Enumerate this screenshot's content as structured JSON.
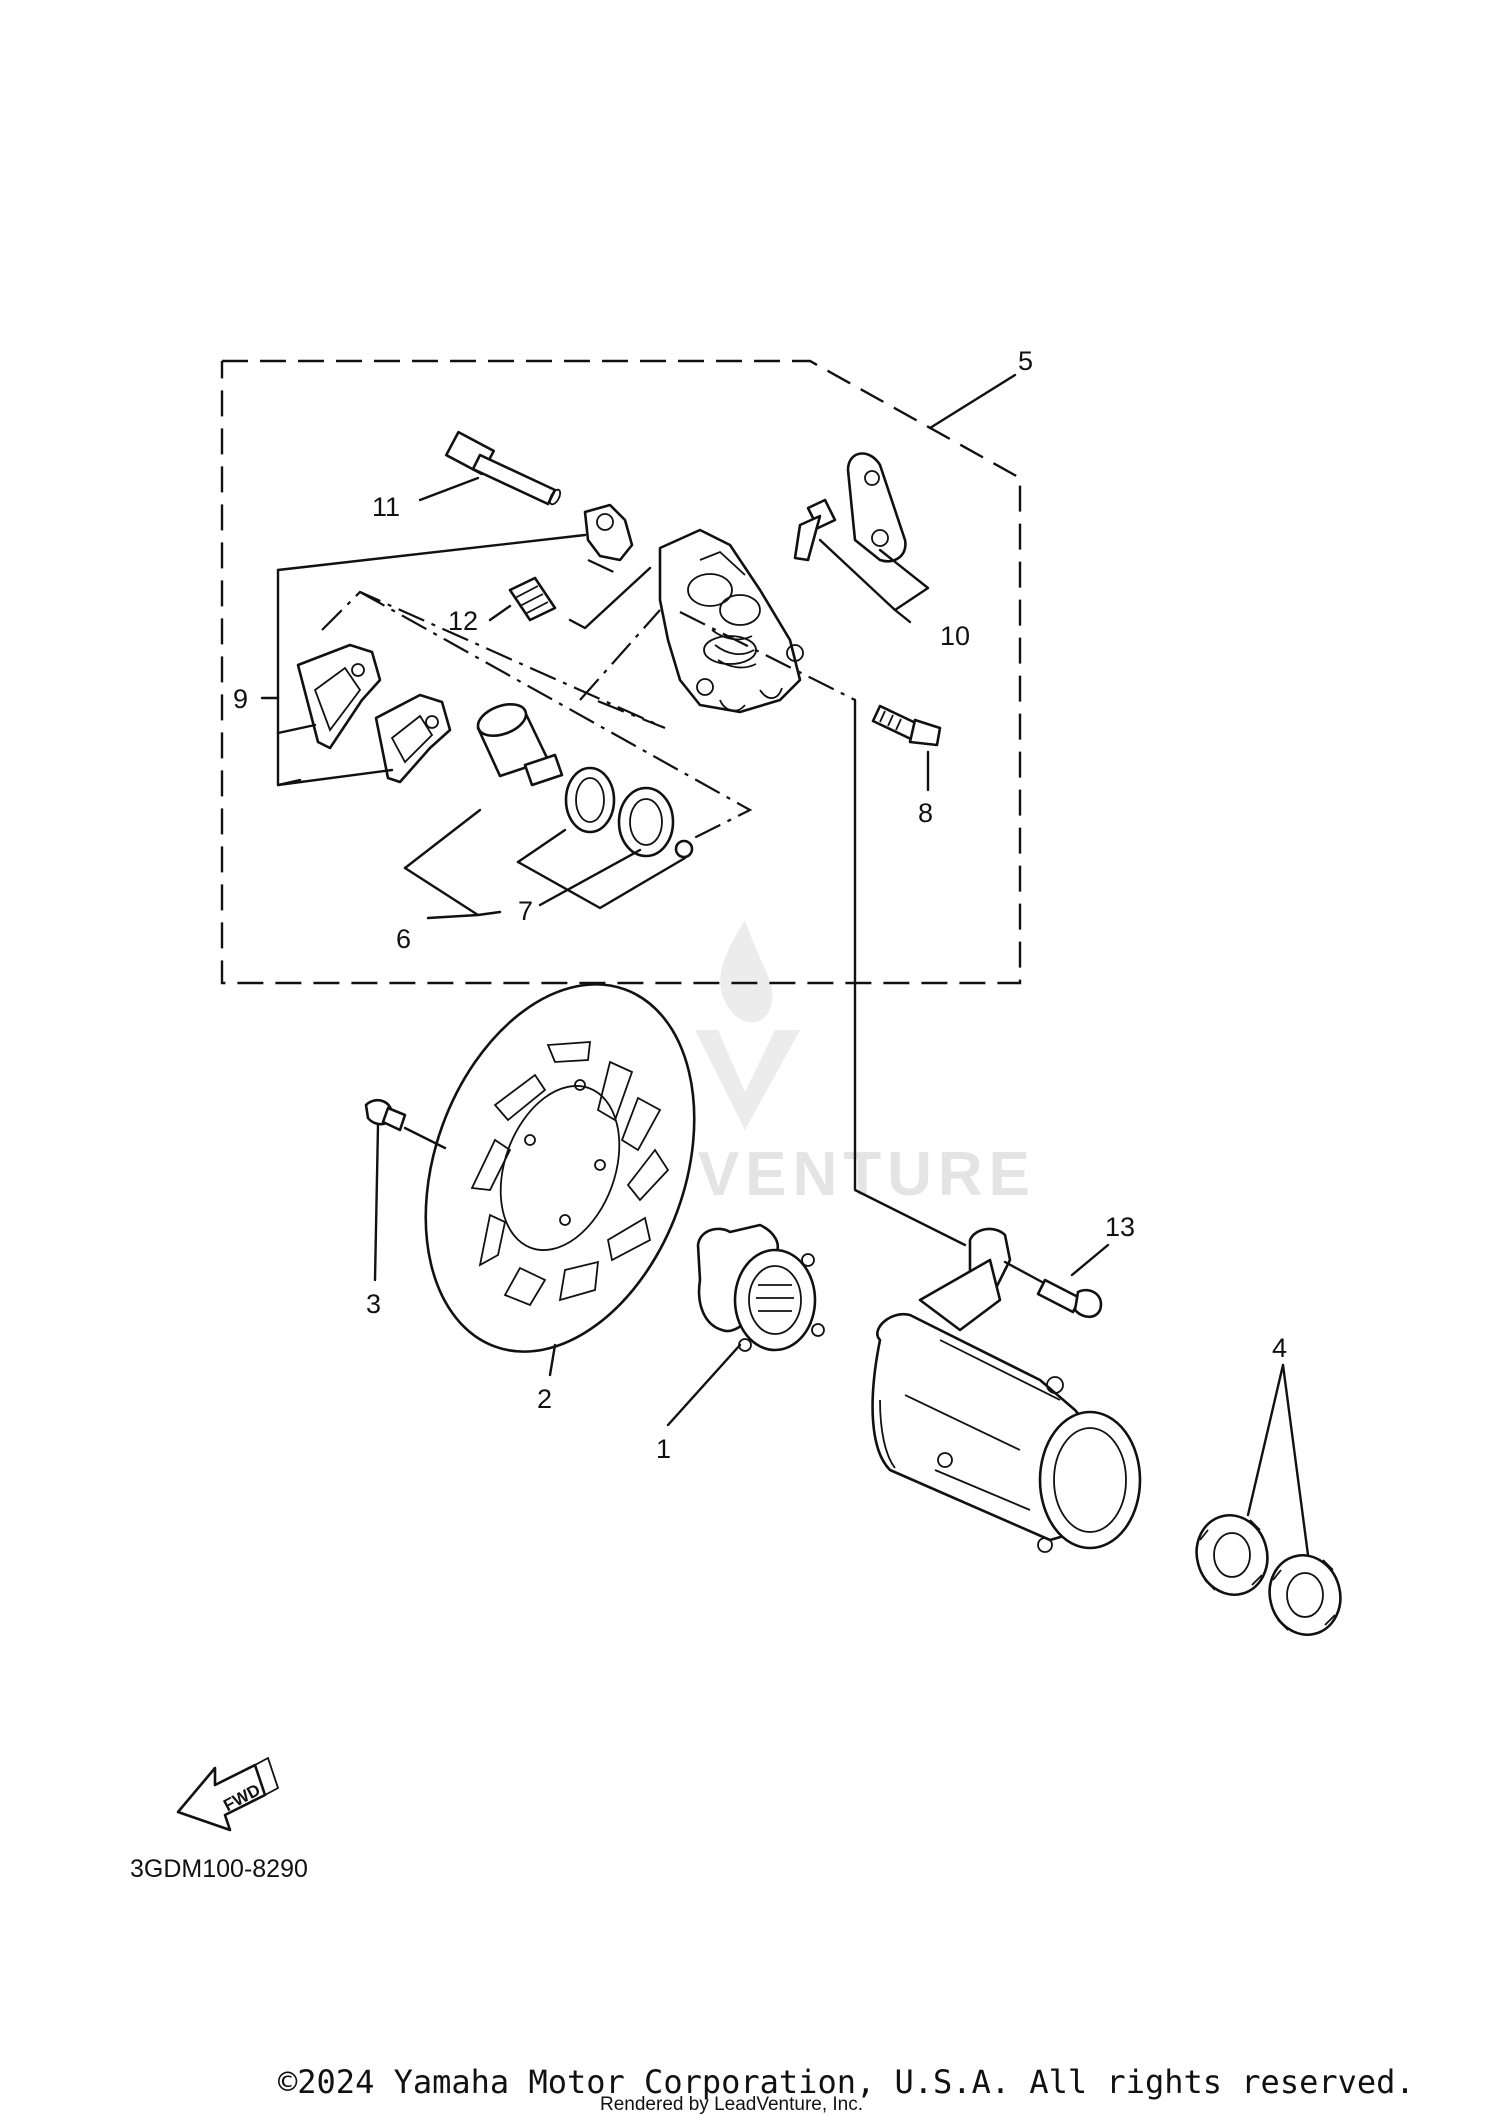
{
  "diagram": {
    "callouts": [
      "1",
      "2",
      "3",
      "4",
      "5",
      "6",
      "7",
      "8",
      "9",
      "10",
      "11",
      "12",
      "13"
    ],
    "diagram_code": "3GDM100-8290",
    "fwd_label": "FWD",
    "watermark_text": "LEADVENTURE",
    "copyright": "©2024 Yamaha Motor Corporation, U.S.A. All rights reserved.",
    "rendered_by": "Rendered by LeadVenture, Inc."
  }
}
